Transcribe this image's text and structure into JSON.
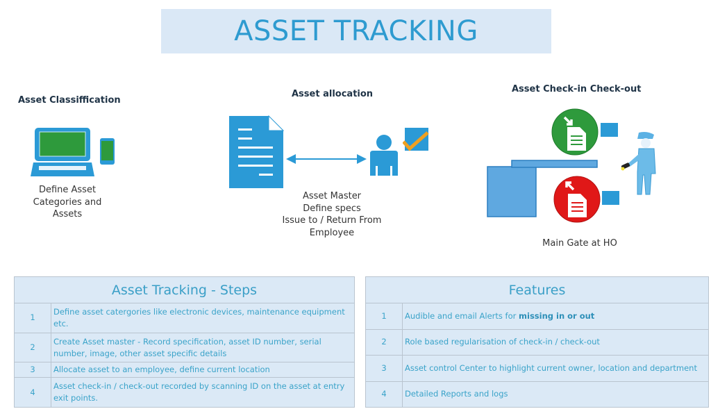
{
  "title": "ASSET TRACKING",
  "sections": {
    "classification": {
      "heading": "Asset Classiffication",
      "caption": [
        "Define Asset",
        "Categories and",
        "Assets"
      ],
      "icons": [
        "laptop-icon",
        "phone-icon"
      ]
    },
    "allocation": {
      "heading": "Asset allocation",
      "caption": [
        "Asset Master",
        "Define specs",
        "Issue to / Return From",
        "Employee"
      ],
      "icons": [
        "document-icon",
        "double-arrow-icon",
        "employee-icon",
        "checkbox-icon"
      ]
    },
    "checkinout": {
      "heading": "Asset Check-in Check-out",
      "caption": "Main Gate at HO",
      "icons": [
        "check-in-icon",
        "check-out-icon",
        "gate-icon",
        "security-guard-icon"
      ]
    }
  },
  "steps_table": {
    "header": "Asset Tracking - Steps",
    "rows": [
      {
        "num": "1",
        "text": "Define asset catergories like electronic devices, maintenance equipment etc."
      },
      {
        "num": "2",
        "text": "Create Asset master - Record specification, asset ID number, serial number, image, other asset specific details"
      },
      {
        "num": "3",
        "text": "Allocate asset to an employee, define current location"
      },
      {
        "num": "4",
        "text": "Asset check-in / check-out recorded by scanning ID on the asset at entry exit points."
      }
    ]
  },
  "features_table": {
    "header": "Features",
    "rows": [
      {
        "num": "1",
        "text": "Audible and email Alerts for ",
        "bold": "missing in or out"
      },
      {
        "num": "2",
        "text": "Role based regularisation of check-in / check-out"
      },
      {
        "num": "3",
        "text": "Asset control Center to highlight current owner, location and department"
      },
      {
        "num": "4",
        "text": "Detailed Reports and logs"
      }
    ]
  },
  "colors": {
    "accent_blue": "#2b9ad6",
    "title_bg": "#dae8f6",
    "green": "#2e9a3c",
    "red": "#e01818",
    "orange": "#f0a020",
    "table_bg": "#dbe9f6",
    "table_text": "#3aa3c9"
  }
}
